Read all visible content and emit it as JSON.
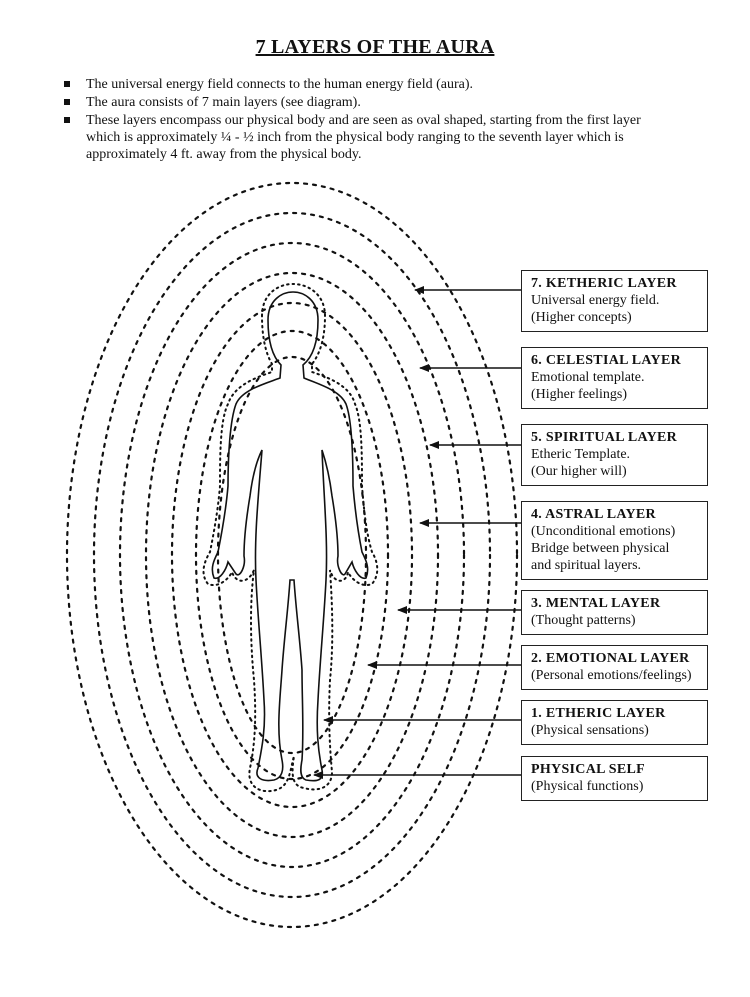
{
  "title": "7 LAYERS OF THE AURA",
  "bullets": [
    "The universal energy field connects to the human energy field (aura).",
    "The aura consists of 7 main layers (see diagram).",
    "These layers encompass our physical body and are seen as oval shaped, starting from the first layer which is approximately ¼ - ½ inch from the physical body ranging to the seventh layer which is approximately 4 ft. away from the physical body."
  ],
  "layers": [
    {
      "heading": "7.  KETHERIC LAYER",
      "lines": [
        "Universal energy field.",
        "(Higher concepts)"
      ]
    },
    {
      "heading": "6.  CELESTIAL LAYER",
      "lines": [
        "Emotional template.",
        "(Higher feelings)"
      ]
    },
    {
      "heading": "5.  SPIRITUAL LAYER",
      "lines": [
        "Etheric Template.",
        "(Our higher will)"
      ]
    },
    {
      "heading": "4.  ASTRAL LAYER",
      "lines": [
        "(Unconditional emotions)",
        "Bridge between physical",
        "and spiritual layers."
      ]
    },
    {
      "heading": "3.  MENTAL LAYER",
      "lines": [
        "(Thought patterns)"
      ]
    },
    {
      "heading": "2.  EMOTIONAL LAYER",
      "lines": [
        "(Personal emotions/feelings)"
      ]
    },
    {
      "heading": "1.  ETHERIC LAYER",
      "lines": [
        "(Physical sensations)"
      ]
    },
    {
      "heading": "PHYSICAL SELF",
      "lines": [
        "(Physical functions)"
      ]
    }
  ]
}
